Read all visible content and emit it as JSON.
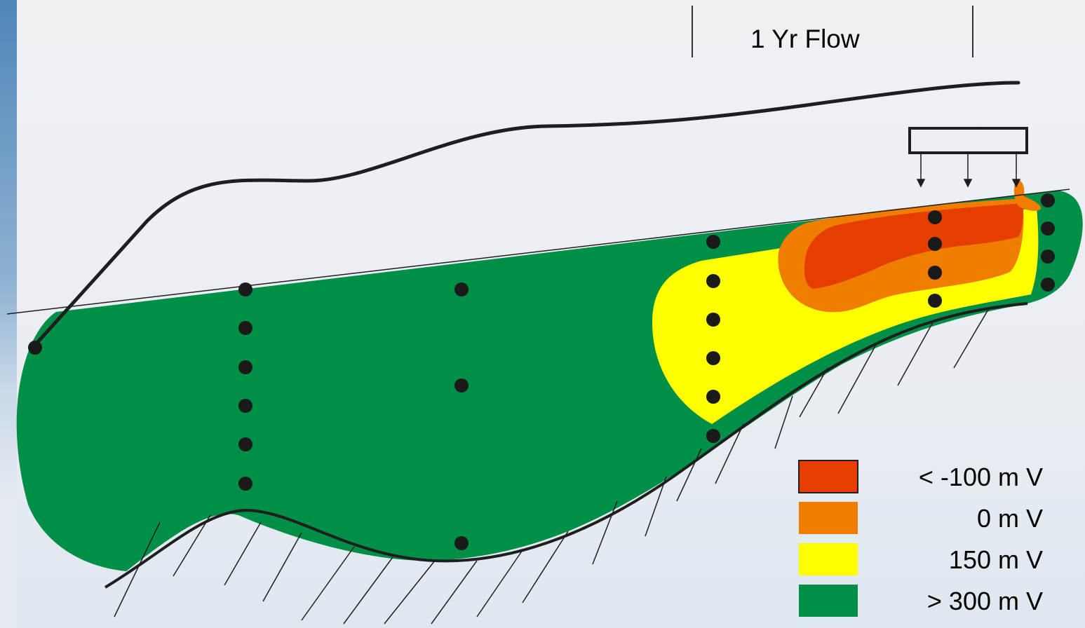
{
  "title": "1 Yr Flow",
  "colors": {
    "green": "#008F47",
    "yellow": "#FFFF00",
    "orange": "#F07D00",
    "red": "#E63D00",
    "line": "#1e1e1e"
  },
  "legend": [
    {
      "label": "< -100 m V",
      "color": "#E63D00"
    },
    {
      "label": "0 m V",
      "color": "#F07D00"
    },
    {
      "label": "150 m V",
      "color": "#FFFF00"
    },
    {
      "label": "> 300 m V",
      "color": "#008F47"
    }
  ]
}
